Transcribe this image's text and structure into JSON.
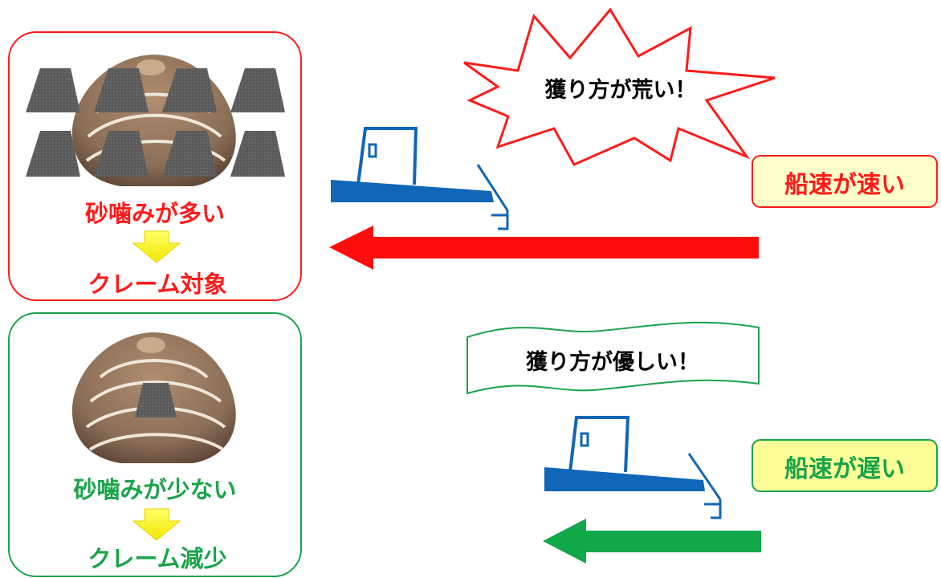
{
  "colors": {
    "red": "#ff1a1a",
    "green": "#1aa34a",
    "boat_blue": "#1066b8",
    "arrow_red": "#ff0d0d",
    "arrow_green": "#11a84a",
    "down_arrow_yellow": "#ffff33",
    "speed_fast_fill": "#ffffcc",
    "speed_slow_fill": "#ffff99",
    "sand_gray": "#5f5f5f",
    "clam_brown": "#8a6e56"
  },
  "top_panel": {
    "line1": "砂噛みが多い",
    "line2": "クレーム対象"
  },
  "bottom_panel": {
    "line1": "砂噛みが少ない",
    "line2": "クレーム減少"
  },
  "fast": {
    "burst_text": "獲り方が荒い！",
    "speed_label": "船速が速い"
  },
  "slow": {
    "banner_text": "獲り方が優しい！",
    "speed_label": "船速が遅い"
  },
  "icons": {
    "clam": "clam-icon",
    "sand": "sand-block-icon",
    "boat": "boat-icon",
    "down_arrow": "down-arrow-icon",
    "left_arrow": "left-arrow-icon"
  }
}
